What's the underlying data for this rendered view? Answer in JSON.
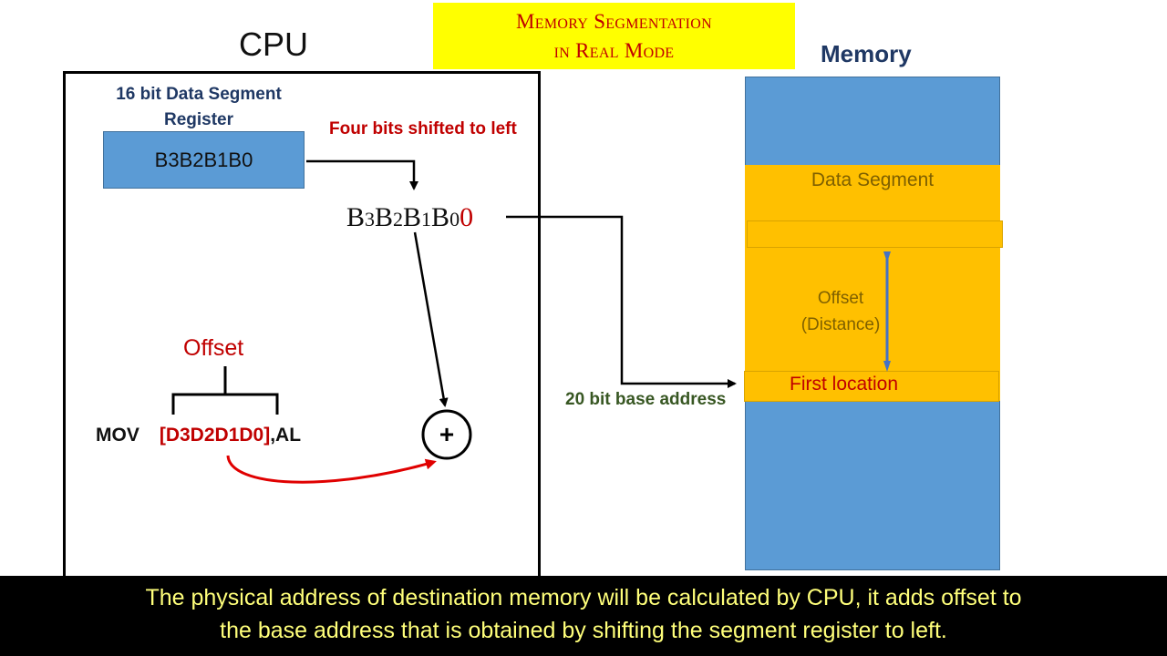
{
  "title": {
    "line1": "Memory Segmentation",
    "line2": "in Real Mode"
  },
  "cpu": {
    "label": "CPU",
    "register_caption_line1": "16 bit Data Segment",
    "register_caption_line2": "Register",
    "register_value": "B3B2B1B0",
    "shift_note": "Four bits shifted to left",
    "shifted": {
      "b3": "B",
      "s3": "3",
      "b2": "B",
      "s2": "2",
      "b1": "B",
      "s1": "1",
      "b0": "B",
      "s0": "0",
      "zero": "0"
    },
    "offset_label": "Offset",
    "instruction": {
      "op": "MOV",
      "operand": "[D3D2D1D0]",
      "rest": ",AL"
    },
    "adder_symbol": "+"
  },
  "memory": {
    "label": "Memory",
    "data_segment_label": "Data Segment",
    "offset_line1": "Offset",
    "offset_line2": "(Distance)",
    "first_location_label": "First location",
    "base_address_label": "20 bit base address"
  },
  "subtitle": {
    "line1": "The physical address of destination memory will be calculated by CPU, it adds offset to",
    "line2": "the base address that is obtained by shifting the segment register to left."
  },
  "colors": {
    "title_bg": "#ffff00",
    "accent_red": "#c00000",
    "register_blue": "#5b9bd5",
    "segment_gold": "#ffc000",
    "arrow_blue": "#4472c4",
    "subtitle_yellow": "#ffff7a"
  }
}
